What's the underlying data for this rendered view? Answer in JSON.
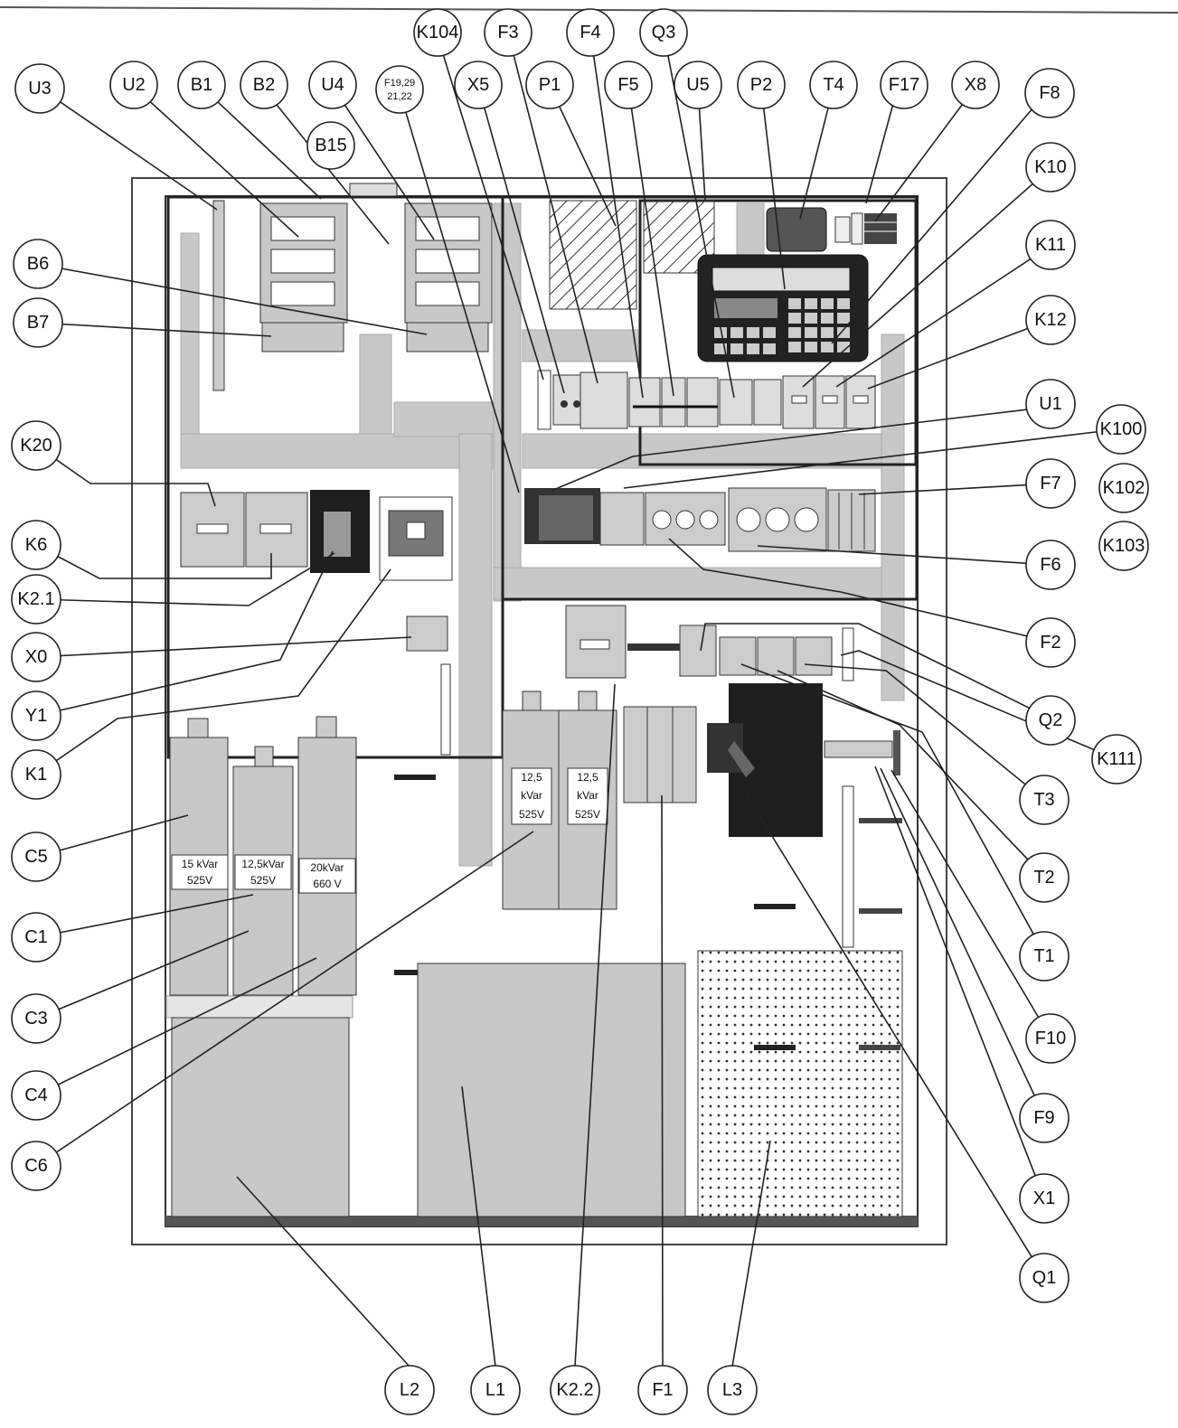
{
  "callouts": {
    "U3": "U3",
    "U2": "U2",
    "B1": "B1",
    "B2": "B2",
    "U4": "U4",
    "F19": "F19,29",
    "F19b": "21,22",
    "K104": "K104",
    "F3": "F3",
    "F4": "F4",
    "Q3": "Q3",
    "X5": "X5",
    "P1": "P1",
    "F5": "F5",
    "U5": "U5",
    "P2": "P2",
    "T4": "T4",
    "F17": "F17",
    "X8": "X8",
    "F8": "F8",
    "B15": "B15",
    "K10": "K10",
    "K11": "K11",
    "K12": "K12",
    "U1": "U1",
    "K100": "K100",
    "K102": "K102",
    "K103": "K103",
    "F7": "F7",
    "F6": "F6",
    "F2": "F2",
    "Q2": "Q2",
    "K111": "K111",
    "T3": "T3",
    "T2": "T2",
    "T1": "T1",
    "F10": "F10",
    "F9": "F9",
    "X1": "X1",
    "Q1": "Q1",
    "B6": "B6",
    "B7": "B7",
    "K20": "K20",
    "K6": "K6",
    "K21": "K2.1",
    "X0": "X0",
    "Y1": "Y1",
    "K1": "K1",
    "C5": "C5",
    "C1": "C1",
    "C3": "C3",
    "C4": "C4",
    "C6": "C6",
    "L2": "L2",
    "L1": "L1",
    "K22": "K2.2",
    "F1": "F1",
    "L3": "L3"
  },
  "capacitors": {
    "c5_a": "15 kVar",
    "c5_b": "525V",
    "c3_a": "12,5kVar",
    "c3_b": "525V",
    "c6_a": "20kVar",
    "c6_b": "660 V",
    "c4_a": "12,5",
    "c4_b": "kVar",
    "c4_c": "525V",
    "c1_a": "12,5",
    "c1_b": "kVar",
    "c1_c": "525V"
  },
  "colors": {
    "panel_gray": "#c8c8c8",
    "dark": "#1e1e1e",
    "line": "#222222"
  }
}
